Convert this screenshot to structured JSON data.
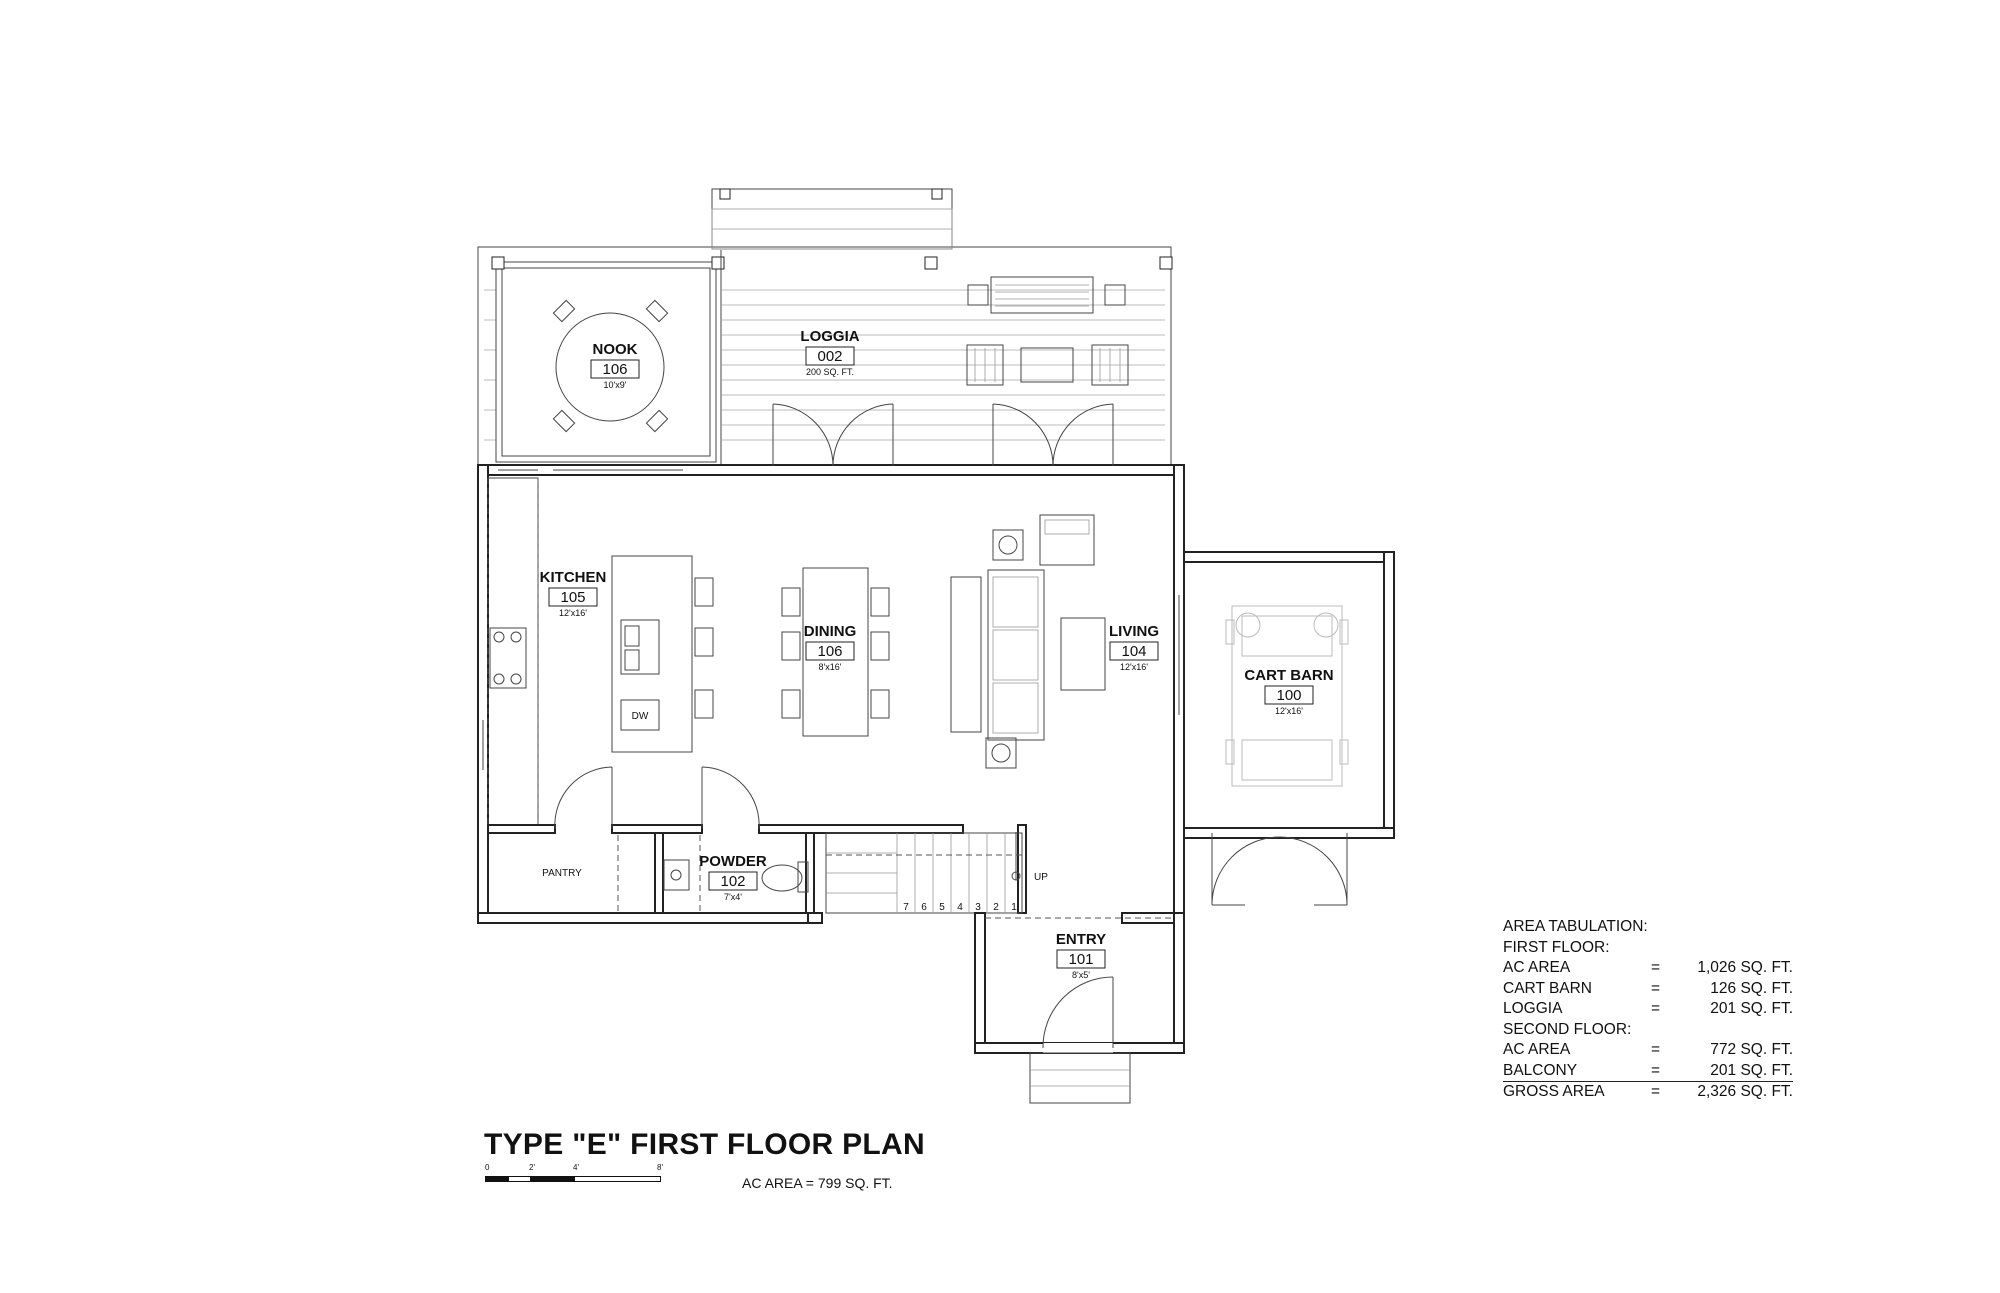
{
  "rooms": {
    "nook": {
      "name": "NOOK",
      "number": "106",
      "dims": "10'x9'"
    },
    "loggia": {
      "name": "LOGGIA",
      "number": "002",
      "dims": "200 SQ. FT."
    },
    "kitchen": {
      "name": "KITCHEN",
      "number": "105",
      "dims": "12'x16'"
    },
    "dining": {
      "name": "DINING",
      "number": "106",
      "dims": "8'x16'"
    },
    "living": {
      "name": "LIVING",
      "number": "104",
      "dims": "12'x16'"
    },
    "cart_barn": {
      "name": "CART BARN",
      "number": "100",
      "dims": "12'x16'"
    },
    "pantry": {
      "name": "PANTRY"
    },
    "powder": {
      "name": "POWDER",
      "number": "102",
      "dims": "7'x4'"
    },
    "entry": {
      "name": "ENTRY",
      "number": "101",
      "dims": "8'x5'"
    }
  },
  "fixtures": {
    "dishwasher": "DW",
    "stair_up": "UP",
    "stair_steps": [
      "7",
      "6",
      "5",
      "4",
      "3",
      "2",
      "1"
    ]
  },
  "area_tabulation": {
    "title": "AREA TABULATION:",
    "first_floor_label": "FIRST FLOOR:",
    "second_floor_label": "SECOND FLOOR:",
    "equals": "=",
    "first_floor": [
      {
        "label": "AC AREA",
        "value": "1,026 SQ. FT."
      },
      {
        "label": "CART BARN",
        "value": "126 SQ. FT."
      },
      {
        "label": "LOGGIA",
        "value": "201 SQ. FT."
      }
    ],
    "second_floor": [
      {
        "label": "AC AREA",
        "value": "772 SQ. FT."
      },
      {
        "label": "BALCONY",
        "value": "201 SQ. FT."
      }
    ],
    "gross": {
      "label": "GROSS AREA",
      "value": "2,326 SQ. FT."
    }
  },
  "title": "TYPE \"E\" FIRST FLOOR PLAN",
  "ac_area": "AC AREA =  799  SQ. FT.",
  "scale_bar": {
    "ticks": [
      "0",
      "2'",
      "4'",
      "8'"
    ]
  }
}
